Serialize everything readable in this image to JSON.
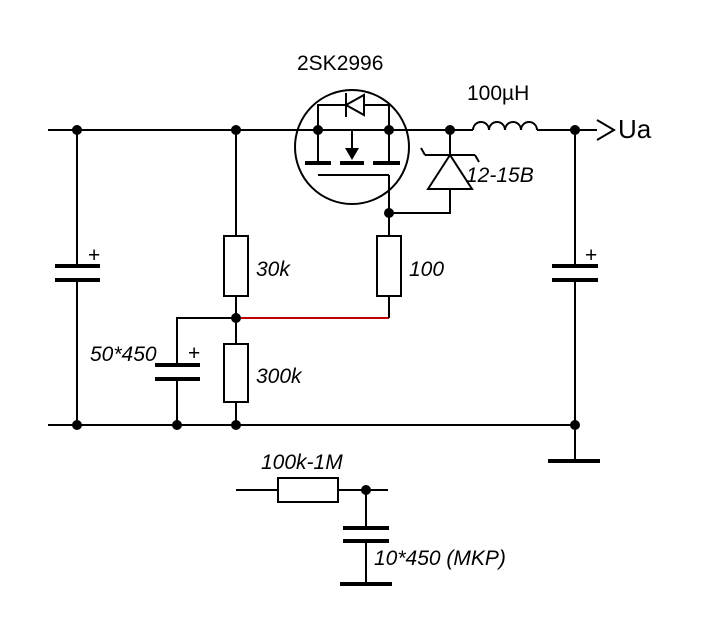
{
  "components": {
    "transistor": {
      "label": "2SK2996"
    },
    "inductor": {
      "label": "100µH"
    },
    "output": {
      "label": "Ua"
    },
    "zener": {
      "label": "12-15B"
    },
    "r_upper": {
      "label": "30k"
    },
    "r_gate": {
      "label": "100"
    },
    "r_lower": {
      "label": "300k"
    },
    "c_bias": {
      "label": "50*450"
    },
    "r_snubber": {
      "label": "100k-1M"
    },
    "c_snubber": {
      "label": "10*450 (MKP)"
    }
  },
  "polarity_mark": "+",
  "colors": {
    "wire": "#000000",
    "gate_wire": "#c00000"
  }
}
